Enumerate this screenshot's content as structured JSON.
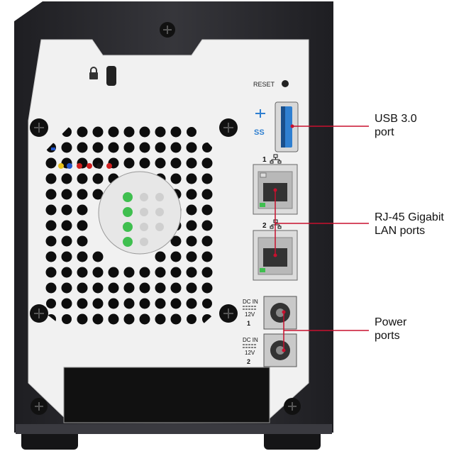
{
  "labels": {
    "reset": "RESET",
    "usb_line1": "USB 3.0",
    "usb_line2": "port",
    "lan_line1": "RJ-45 Gigabit",
    "lan_line2": "LAN ports",
    "power_line1": "Power",
    "power_line2": "ports",
    "dc_in": "DC IN",
    "volts": "12V",
    "ss_logo": "SS",
    "port_one": "1",
    "port_two": "2"
  },
  "colors": {
    "chassis": "#2a2a2e",
    "panel": "#f2f2f2",
    "callout_line": "#c8102e",
    "usb_blue": "#2f7fd0",
    "led_green": "#3fbf4f"
  },
  "icons": [
    "lock-icon",
    "network-icon",
    "usb-symbol-icon",
    "screw-icon"
  ]
}
